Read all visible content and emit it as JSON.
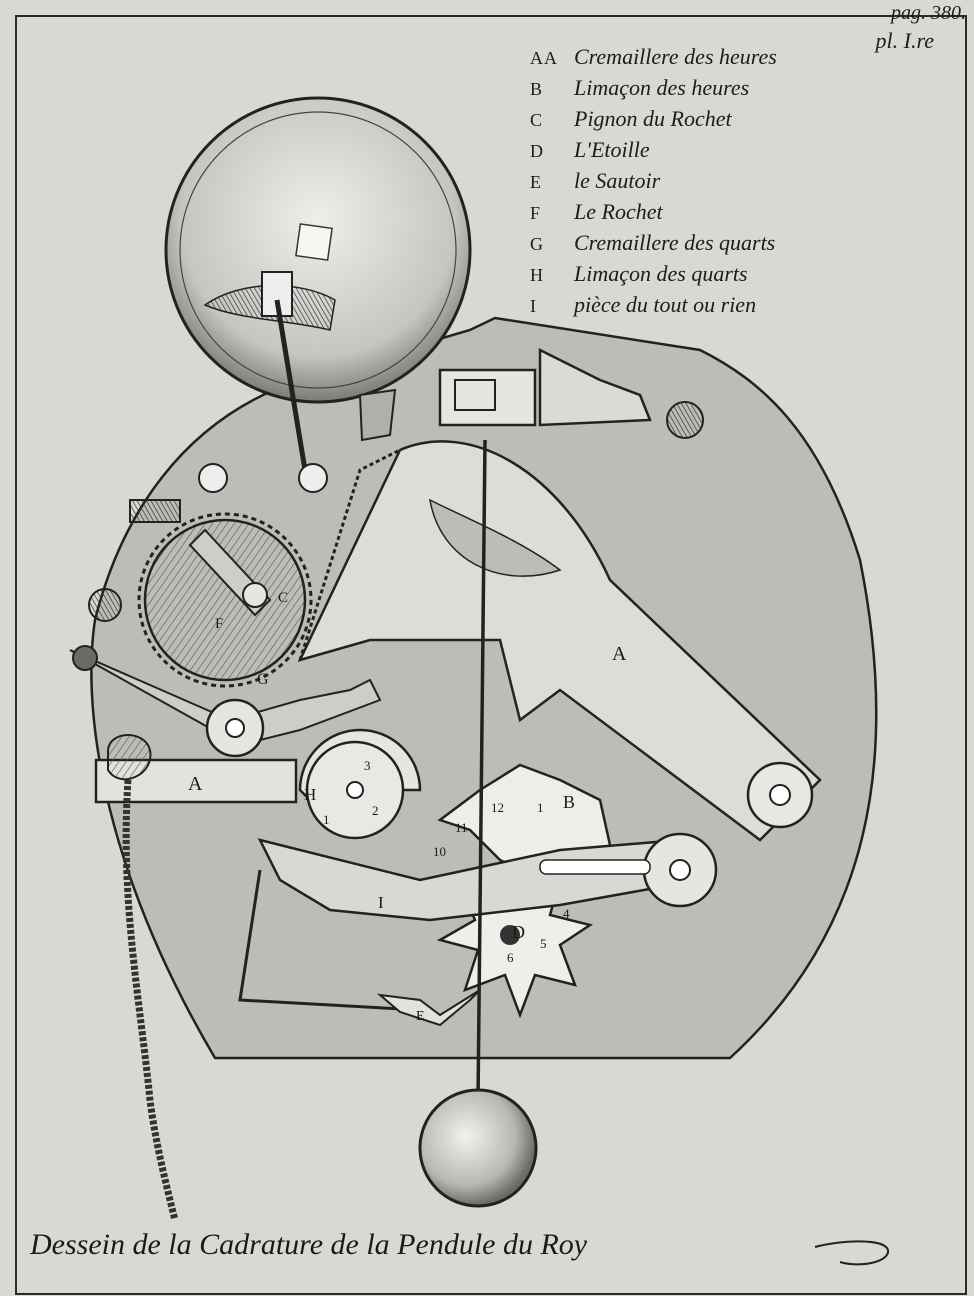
{
  "page_ref": {
    "pag": "pag. 380.",
    "plate": "pl. I.re"
  },
  "legend": [
    {
      "key": "AA",
      "text": "Cremaillere des heures"
    },
    {
      "key": "B",
      "text": "Limaçon des heures"
    },
    {
      "key": "C",
      "text": "Pignon du Rochet"
    },
    {
      "key": "D",
      "text": "L'Etoille"
    },
    {
      "key": "E",
      "text": "le Sautoir"
    },
    {
      "key": "F",
      "text": "Le Rochet"
    },
    {
      "key": "G",
      "text": "Cremaillere des quarts"
    },
    {
      "key": "H",
      "text": "Limaçon des quarts"
    },
    {
      "key": "I",
      "text": "pièce du tout ou rien"
    }
  ],
  "part_labels": [
    "A",
    "A",
    "B",
    "C",
    "D",
    "E",
    "F",
    "G",
    "H",
    "I"
  ],
  "quarter_numbers": [
    "1",
    "2",
    "3"
  ],
  "hour_numbers": [
    "10",
    "11",
    "12",
    "1",
    "4",
    "5",
    "6"
  ],
  "caption": "Dessein de la Cadrature de la Pendule du Roy",
  "colors": {
    "paper": "#d9d8d3",
    "ink": "#1a1a1a",
    "plate": "#bdbcb7"
  }
}
